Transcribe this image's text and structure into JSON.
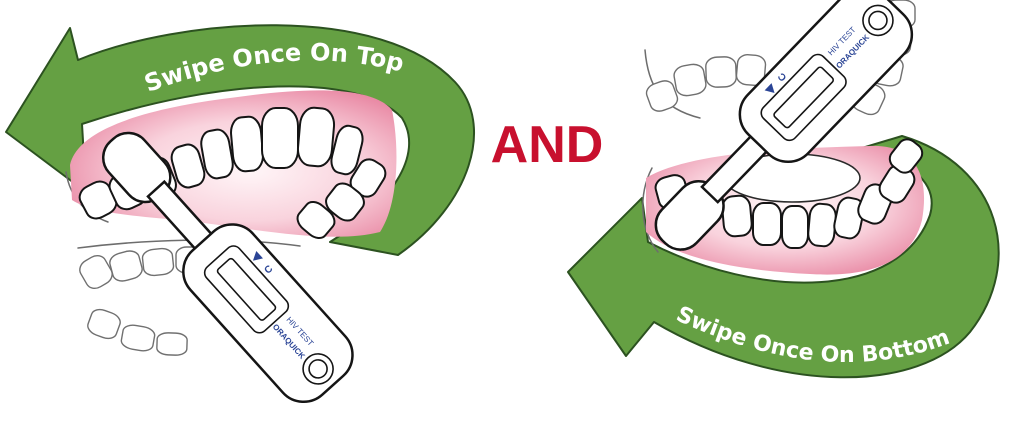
{
  "instructions": {
    "top": {
      "label": "Swipe Once On Top",
      "arrow_icon": "curved-arrow-left-icon"
    },
    "connector": "AND",
    "bottom": {
      "label": "Swipe Once On Bottom",
      "arrow_icon": "curved-arrow-left-icon"
    }
  },
  "device": {
    "logo": "ORAQUICK",
    "name": "HIV TEST",
    "control_mark": "C"
  },
  "colors": {
    "arrow": "#65a043",
    "arrow_outline": "#2c5220",
    "connector": "#c8102e",
    "device_text": "#2b4596"
  }
}
